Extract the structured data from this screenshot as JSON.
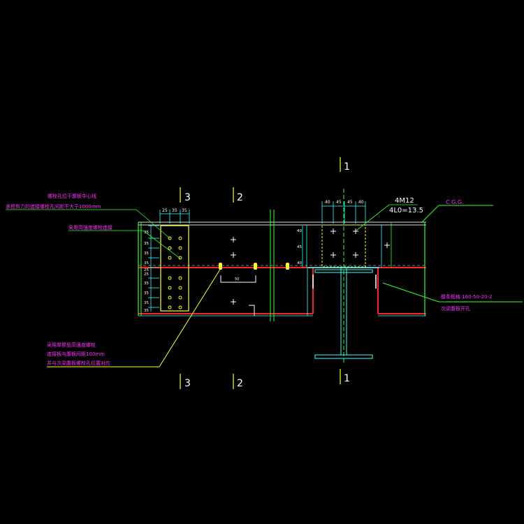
{
  "section_marks": {
    "s1": "1",
    "s2": "2",
    "s3": "3"
  },
  "dims": {
    "top_left": [
      "25",
      "35",
      "35"
    ],
    "top_right": [
      "40",
      "45",
      "45",
      "40"
    ],
    "vertical_left": [
      "35",
      "35",
      "35",
      "35",
      "25",
      "25",
      "35",
      "35",
      "35",
      "35"
    ],
    "right_small": [
      "40",
      "45",
      "40"
    ],
    "right_label": "50"
  },
  "annotations": {
    "weld_count": "4M12",
    "bolt_size": "4L0=13.5",
    "cg_label": "C.G.G.",
    "note_top_1": "螺栓孔位于腹板中心线",
    "note_top_2": "承担剪力的连接螺栓孔间距不大于1000mm",
    "note_mid": "采用高强度螺栓连接",
    "note_bottom_1": "采用摩擦型高强度螺栓",
    "note_bottom_2": "连接板与腹板间距100mm",
    "note_bottom_3": "并与次梁腹板螺栓孔位置对应",
    "right_note_1": "檩条规格 160-50-20-2",
    "right_note_2": "次梁腹板开孔"
  }
}
